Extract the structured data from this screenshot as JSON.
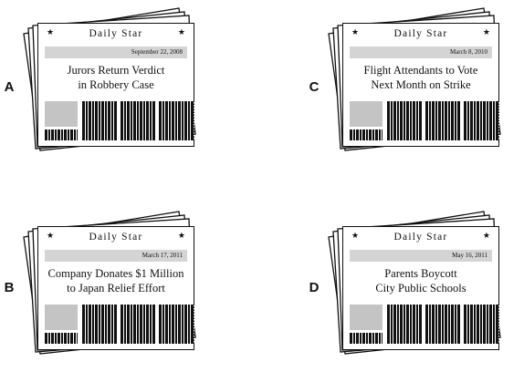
{
  "options": [
    {
      "letter": "A",
      "paper_name": "Daily Star",
      "date": "September 22, 2008",
      "headline_line1": "Jurors Return Verdict",
      "headline_line2": "in Robbery Case"
    },
    {
      "letter": "B",
      "paper_name": "Daily Star",
      "date": "March 17, 2011",
      "headline_line1": "Company Donates $1 Million",
      "headline_line2": "to Japan Relief Effort"
    },
    {
      "letter": "C",
      "paper_name": "Daily Star",
      "date": "March 8, 2010",
      "headline_line1": "Flight Attendants to Vote",
      "headline_line2": "Next Month on Strike"
    },
    {
      "letter": "D",
      "paper_name": "Daily Star",
      "date": "May 16, 2011",
      "headline_line1": "Parents Boycott",
      "headline_line2": "City Public Schools"
    }
  ],
  "star_glyph": "★"
}
